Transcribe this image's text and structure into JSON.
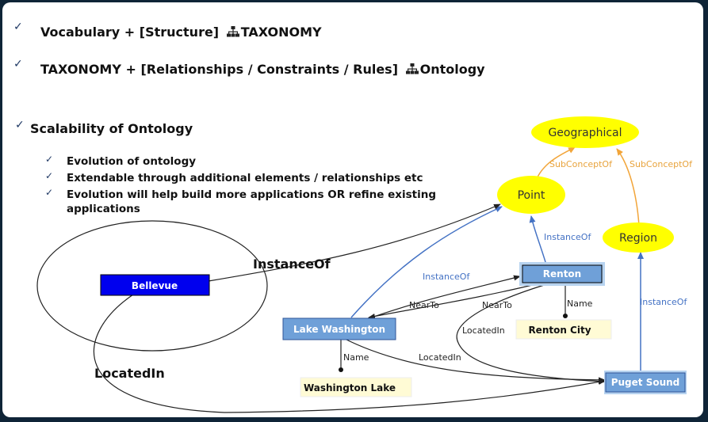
{
  "bullets": {
    "line1": {
      "before": "Vocabulary + [Structure]",
      "after": "TAXONOMY"
    },
    "line2": {
      "before": "TAXONOMY + [Relationships / Constraints / Rules]",
      "after": "Ontology"
    },
    "line3": "Scalability of Ontology",
    "sub": [
      "Evolution of ontology",
      "Extendable through additional elements / relationships etc",
      "Evolution will help build more applications OR refine existing",
      "applications"
    ]
  },
  "diagram": {
    "concepts": {
      "geographical": "Geographical",
      "point": "Point",
      "region": "Region"
    },
    "instances": {
      "bellevue": "Bellevue",
      "renton": "Renton",
      "lake_washington": "Lake Washington",
      "puget_sound": "Puget Sound"
    },
    "values": {
      "renton_city": "Renton City",
      "washington_lake": "Washington Lake"
    },
    "edge_labels": {
      "subconcept_left": "SubConceptOf",
      "subconcept_right": "SubConceptOf",
      "instanceof_renton": "InstanceOf",
      "instanceof_lake": "InstanceOf",
      "instanceof_puget": "InstanceOf",
      "instanceof_bellevue": "InstanceOf",
      "nearto_left": "NearTo",
      "nearto_right": "NearTo",
      "name_renton": "Name",
      "name_lake": "Name",
      "locatedin_renton": "LocatedIn",
      "locatedin_lake": "LocatedIn",
      "locatedin_bellevue": "LocatedIn"
    }
  },
  "colors": {
    "background": "#0f2437",
    "concept_fill": "#ffff00",
    "instance_fill": "#6fa0d8",
    "bellevue_fill": "#0000ee",
    "value_fill": "#fffbd5",
    "blue_arrow": "#4472c4",
    "orange_arrow": "#f2a53a"
  }
}
